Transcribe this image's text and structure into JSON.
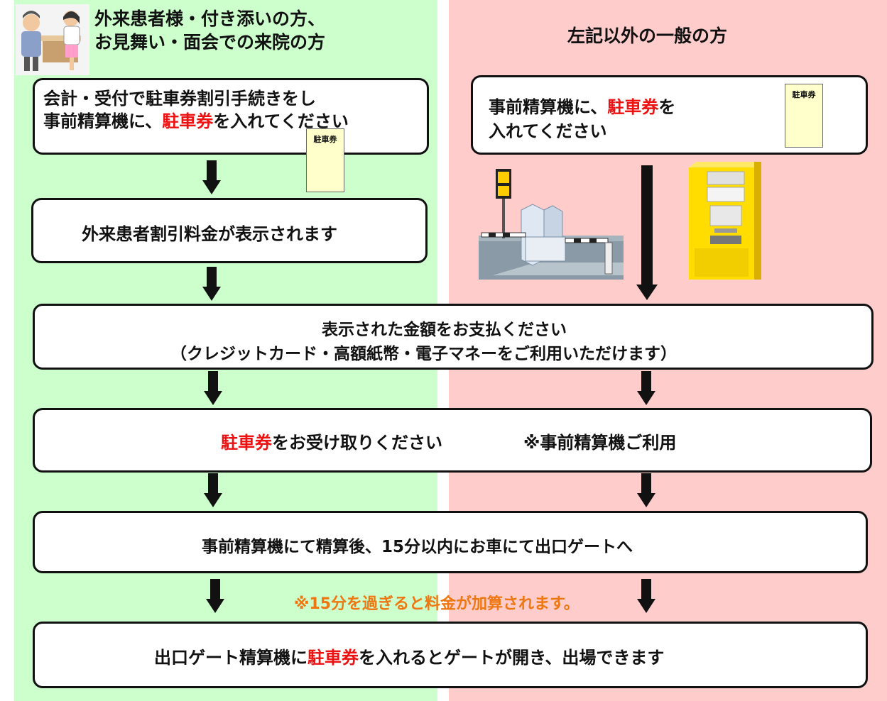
{
  "left_header": {
    "line1": "外来患者様・付き添いの方、",
    "line2": "お見舞い・面会での来院の方"
  },
  "right_header": "左記以外の一般の方",
  "left_step1": {
    "line1": "会計・受付で駐車券割引手続きをし",
    "line2_prefix": "事前精算機に、",
    "line2_highlight": "駐車券",
    "line2_suffix": "を入れてください"
  },
  "right_step1": {
    "line1_prefix": "事前精算機に、",
    "line1_highlight": "駐車券",
    "line1_suffix": "を",
    "line2": "入れてください"
  },
  "ticket_label": "駐車券",
  "left_step2": "外来患者割引料金が表示されます",
  "pay_step": {
    "line1": "表示された金額をお支払ください",
    "line2": "（クレジットカード・高額紙幣・電子マネーをご利用いただけます）"
  },
  "receive_step": {
    "highlight": "駐車券",
    "text": "をお受け取りください",
    "note": "※事前精算機ご利用"
  },
  "exit_step": "事前精算機にて精算後、15分以内にお車にて出口ゲートへ",
  "warning": "※15分を過ぎると料金が加算されます。",
  "final_step": {
    "prefix": "出口ゲート精算機に",
    "highlight": "駐車券",
    "suffix": "を入れるとゲートが開き、出場できます"
  },
  "colors": {
    "left_bg": "#ccffcc",
    "right_bg": "#ffcccc",
    "highlight": "#ee1111",
    "warning": "#ee7711",
    "ticket": "#ffffcc",
    "machine": "#ffdd00"
  },
  "icons": [
    "reception-illustration-icon",
    "parking-gate-icon",
    "payment-machine-icon",
    "parking-ticket-icon",
    "down-arrow-icon"
  ]
}
